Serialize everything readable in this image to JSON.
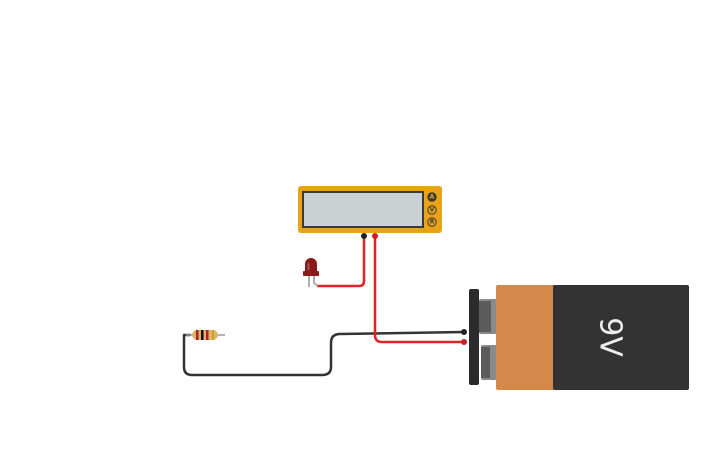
{
  "circuit": {
    "battery": {
      "label": "9V",
      "body_color": "#333333",
      "cap_color": "#d4894a",
      "terminal_color": "#2b2b2b"
    },
    "multimeter": {
      "case_color": "#e8a317",
      "display_color": "#c9d1d3",
      "display_value": "",
      "modes": [
        {
          "letter": "A",
          "active": true
        },
        {
          "letter": "V",
          "active": false
        },
        {
          "letter": "R",
          "active": false
        }
      ]
    },
    "led": {
      "color": "#8b1a1a"
    },
    "resistor": {
      "body_color": "#e0b36a",
      "bands": [
        "#b22222",
        "#111111",
        "#b22222",
        "#c9a227"
      ]
    },
    "wires": {
      "positive_color": "#e02424",
      "negative_color": "#333333"
    }
  }
}
